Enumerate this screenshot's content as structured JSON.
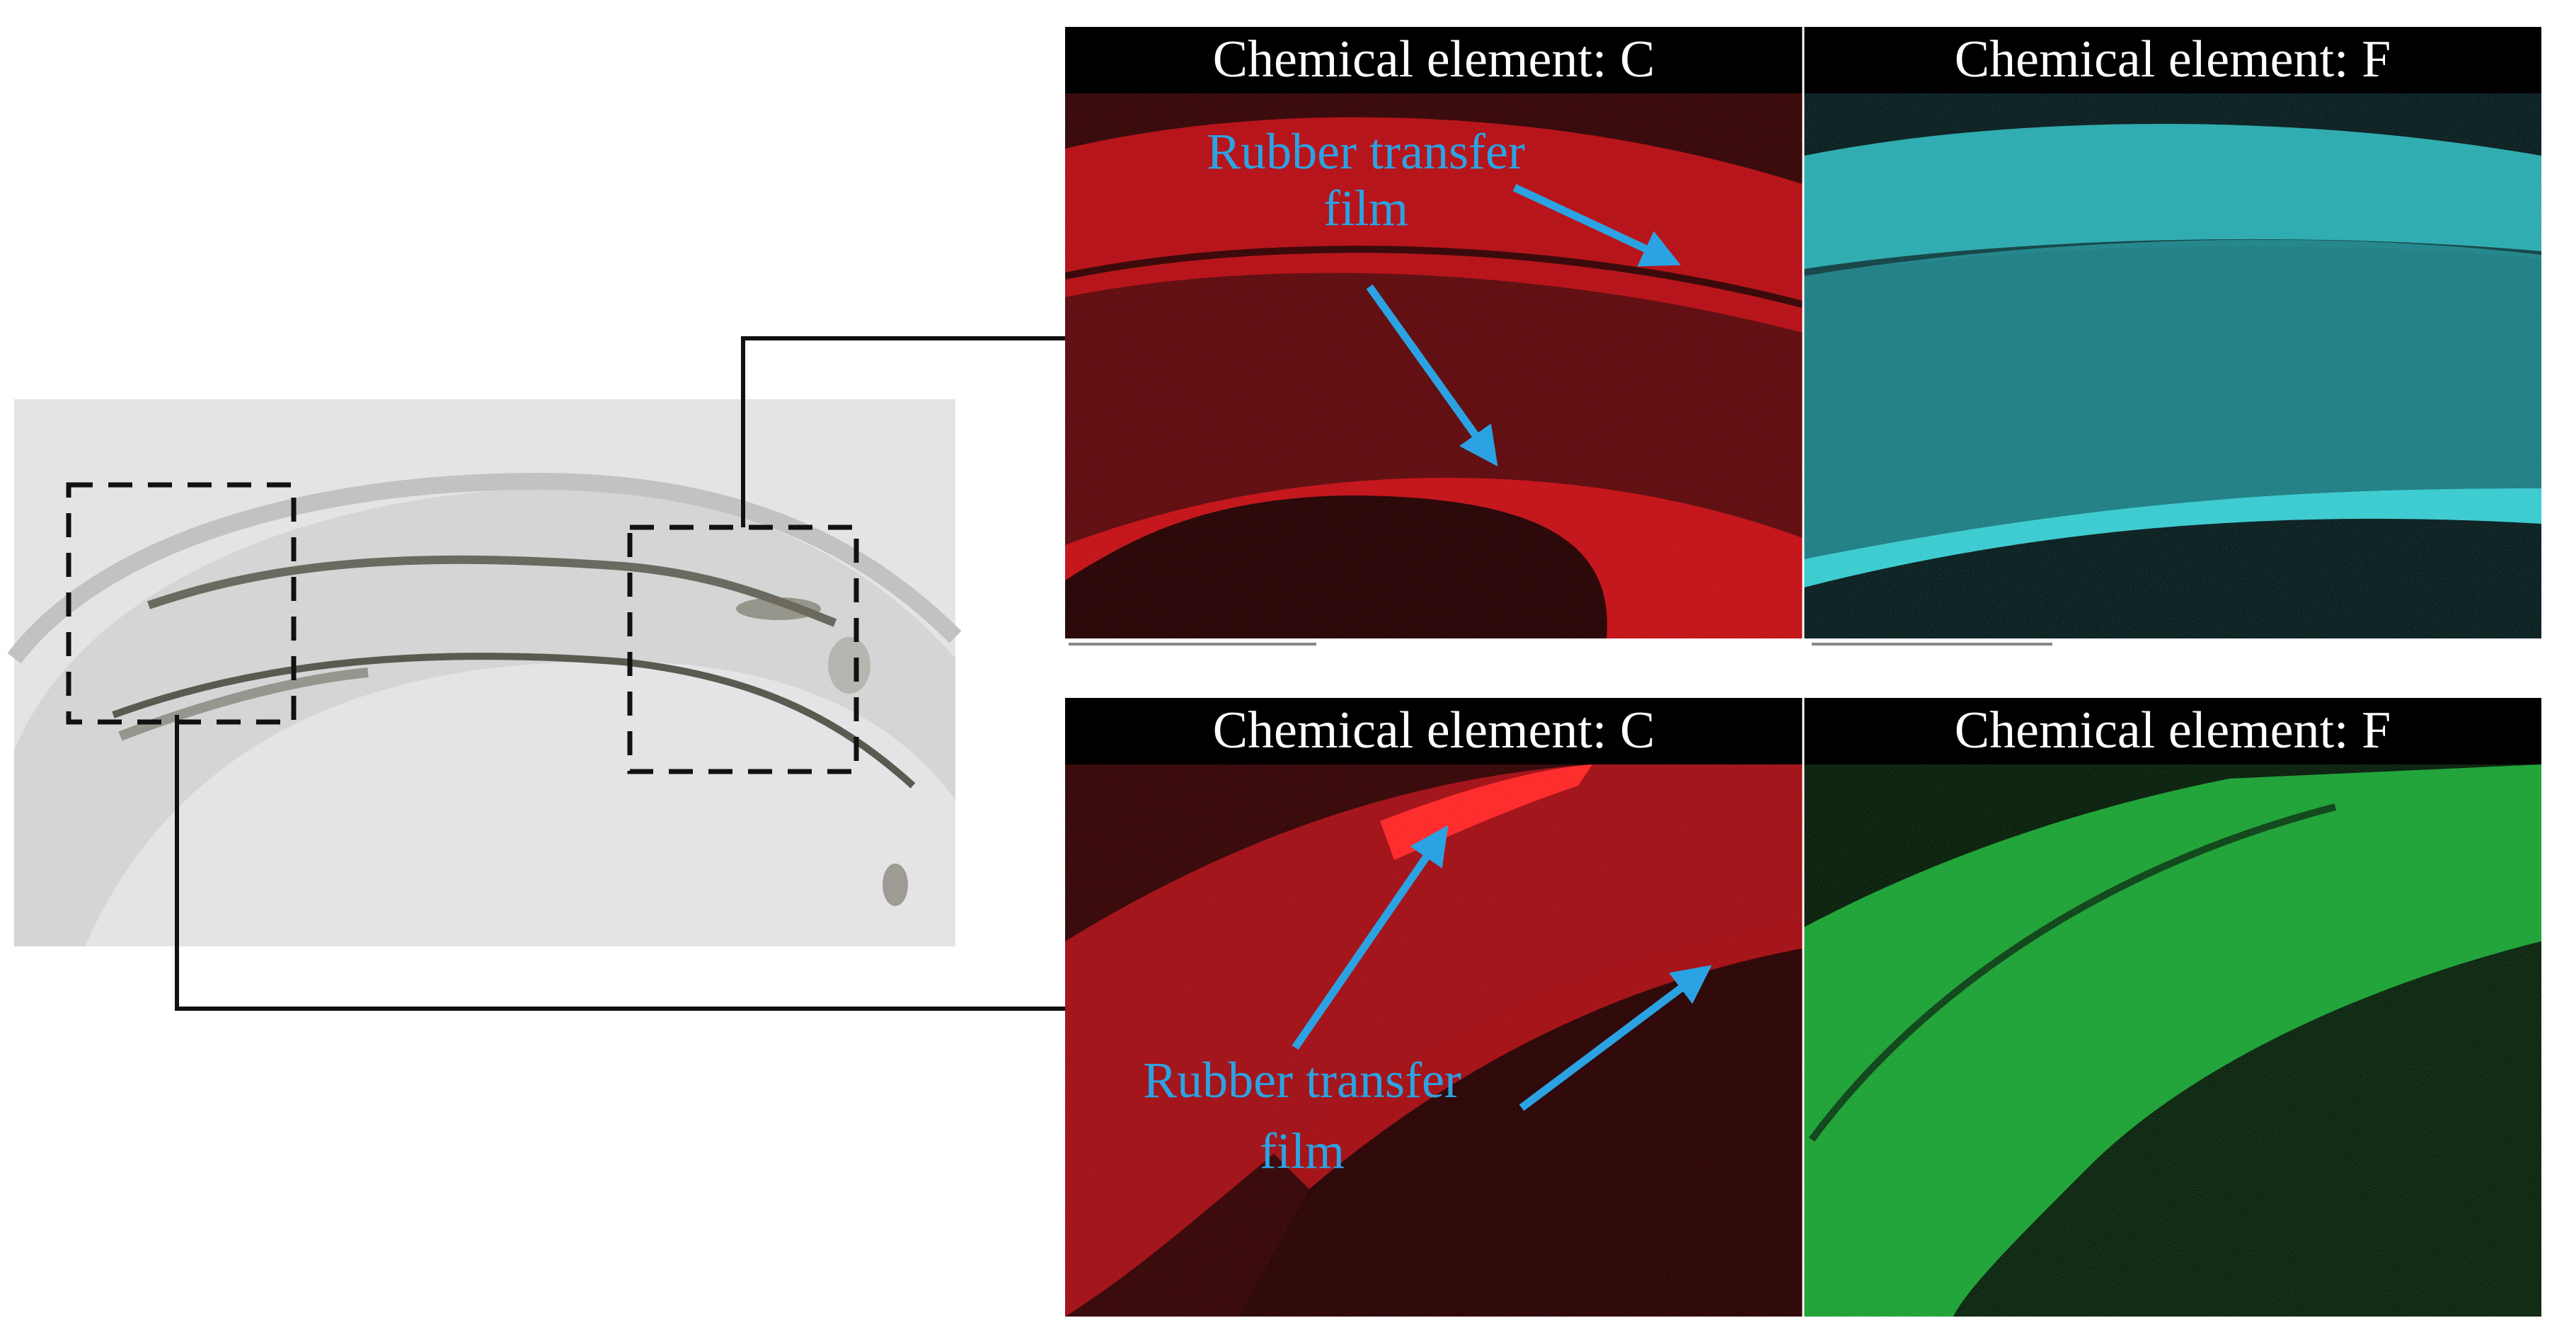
{
  "figure": {
    "panels": {
      "top_c": {
        "title": "Chemical element: C",
        "annotation": [
          "Rubber transfer",
          "film"
        ]
      },
      "top_f": {
        "title": "Chemical element: F"
      },
      "bottom_c": {
        "title": "Chemical element: C",
        "annotation": [
          "Rubber transfer",
          "film"
        ]
      },
      "bottom_f": {
        "title": "Chemical element: F"
      }
    },
    "colors": {
      "carbon_map": "#e0141a",
      "fluorine_map_top": "#28c4c9",
      "fluorine_map_bottom": "#1fc23c",
      "annotation": "#2ba3e3",
      "title_bar": "#000000",
      "title_text": "#ffffff"
    }
  }
}
